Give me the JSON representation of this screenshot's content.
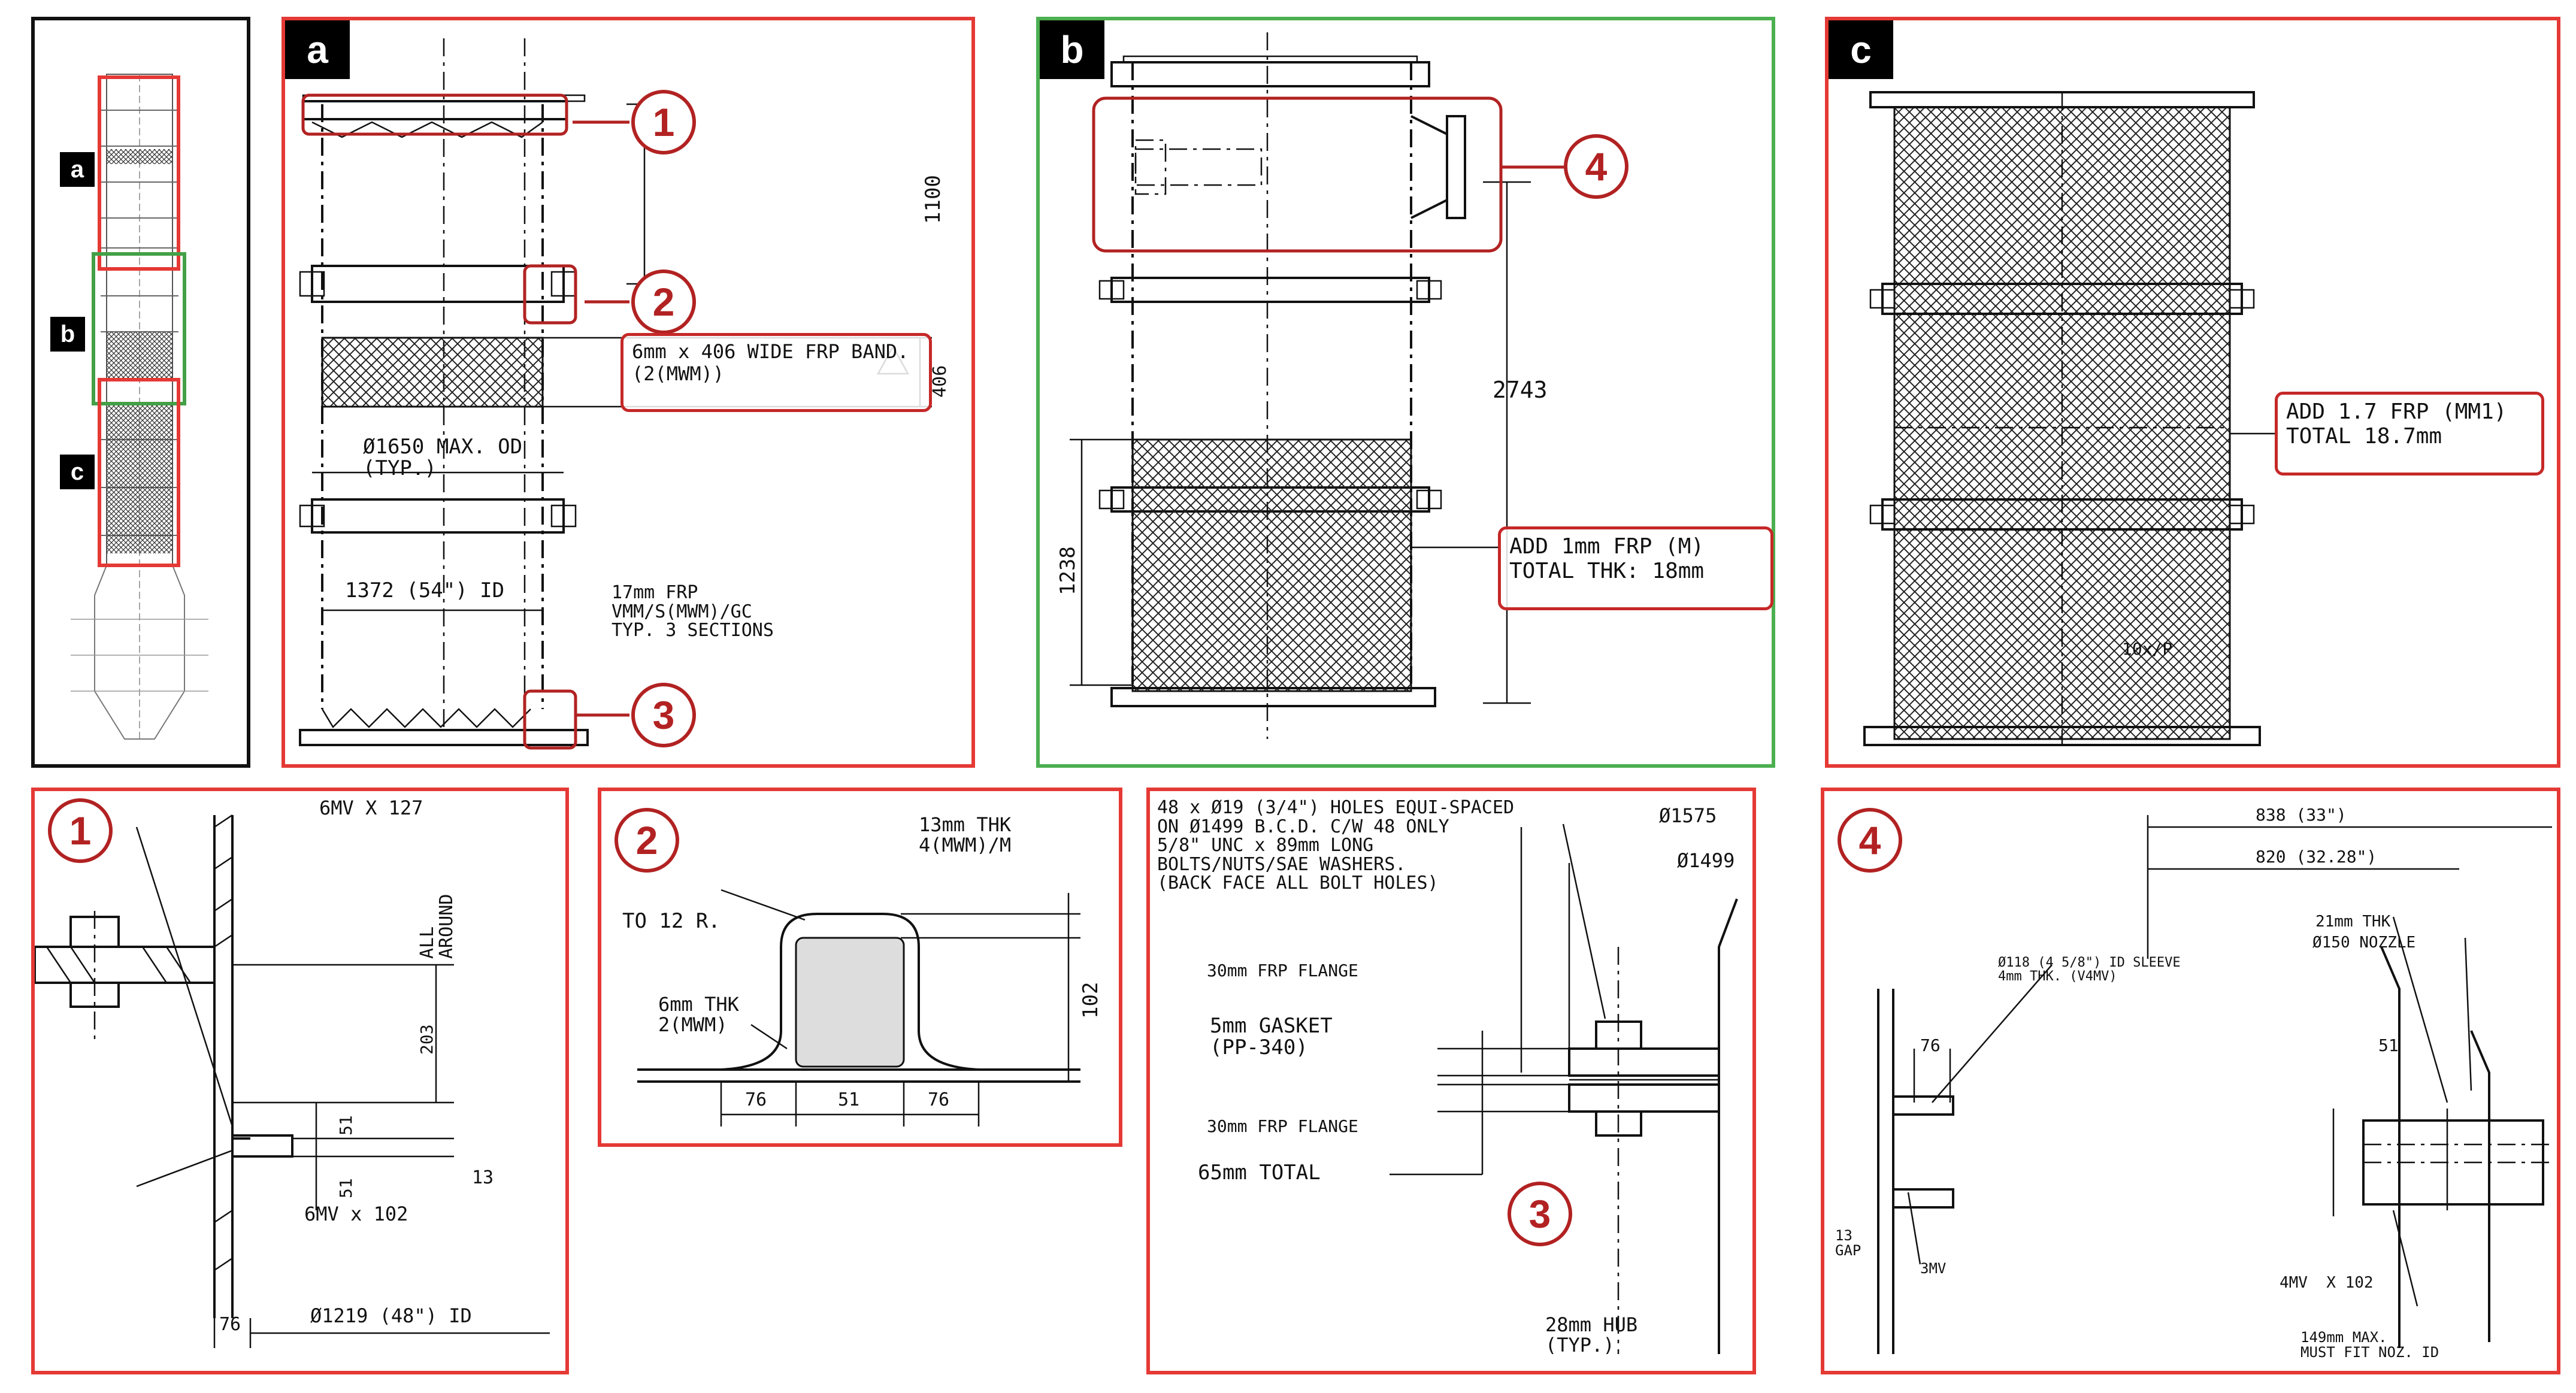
{
  "colors": {
    "highlight_red": "#c62828",
    "highlight_green": "#4caf50",
    "tag_bg": "#000000"
  },
  "overview": {
    "tags": [
      "a",
      "b",
      "c"
    ]
  },
  "panel_a": {
    "tag": "a",
    "dims": {
      "height_1100": "1100",
      "band_406": "406"
    },
    "band_note": "6mm x 406 WIDE\nFRP BAND. (2(MWM))",
    "od_label": "Ø1650 MAX. OD\n(TYP.)",
    "id_label": "1372 (54\") ID",
    "frp_note": "17mm FRP\nVMM/S(MWM)/GC\nTYP. 3 SECTIONS",
    "callouts": [
      "1",
      "2",
      "3"
    ]
  },
  "panel_b": {
    "tag": "b",
    "callout": "4",
    "dim_2743": "2743",
    "dim_1238": "1238",
    "note": "ADD 1mm FRP (M)\nTOTAL THK: 18mm"
  },
  "panel_c": {
    "tag": "c",
    "note": "ADD 1.7 FRP (MM1)\nTOTAL 18.7mm",
    "bottom_text": "10x/P"
  },
  "detail_1": {
    "callout": "1",
    "weld_top": "6MV X 127",
    "all_around": "ALL\nAROUND",
    "dim_203": "203",
    "dim_51a": "51",
    "dim_51b": "51",
    "dim_13": "13",
    "weld_bottom": "6MV x 102",
    "dim_76": "76",
    "id_label": "Ø1219 (48\") ID"
  },
  "detail_2": {
    "callout": "2",
    "thk_top": "13mm THK\n4(MWM)/M",
    "radius": "TO 12 R.",
    "thk_side": "6mm THK\n2(MWM)",
    "dim_102": "102",
    "dim_76a": "76",
    "dim_51": "51",
    "dim_76b": "76"
  },
  "detail_3": {
    "callout": "3",
    "holes_note": "48 x Ø19 (3/4\") HOLES EQUI-SPACED\nON Ø1499 B.C.D. C/W 48 ONLY\n5/8\" UNC x 89mm LONG\nBOLTS/NUTS/SAE WASHERS.\n(BACK FACE ALL BOLT HOLES)",
    "dia_1575": "Ø1575",
    "dia_1499": "Ø1499",
    "flange_top": "30mm FRP FLANGE",
    "gasket": "5mm GASKET\n(PP-340)",
    "flange_bottom": "30mm FRP FLANGE",
    "total": "65mm TOTAL",
    "hub": "28mm HUB\n(TYP.)"
  },
  "detail_4": {
    "callout": "4",
    "dim_838": "838 (33\")",
    "dim_820": "820 (32.28\")",
    "thk": "21mm THK",
    "nozzle": "Ø150 NOZZLE",
    "sleeve": "Ø118 (4 5/8\") ID SLEEVE\n4mm THK. (V4MV)",
    "dim_76": "76",
    "dim_51": "51",
    "gap": "13\nGAP",
    "weld_3mv": "3MV",
    "weld_4mv": "4MV  X 102",
    "max_note": "149mm MAX.\nMUST FIT NOZ. ID"
  }
}
